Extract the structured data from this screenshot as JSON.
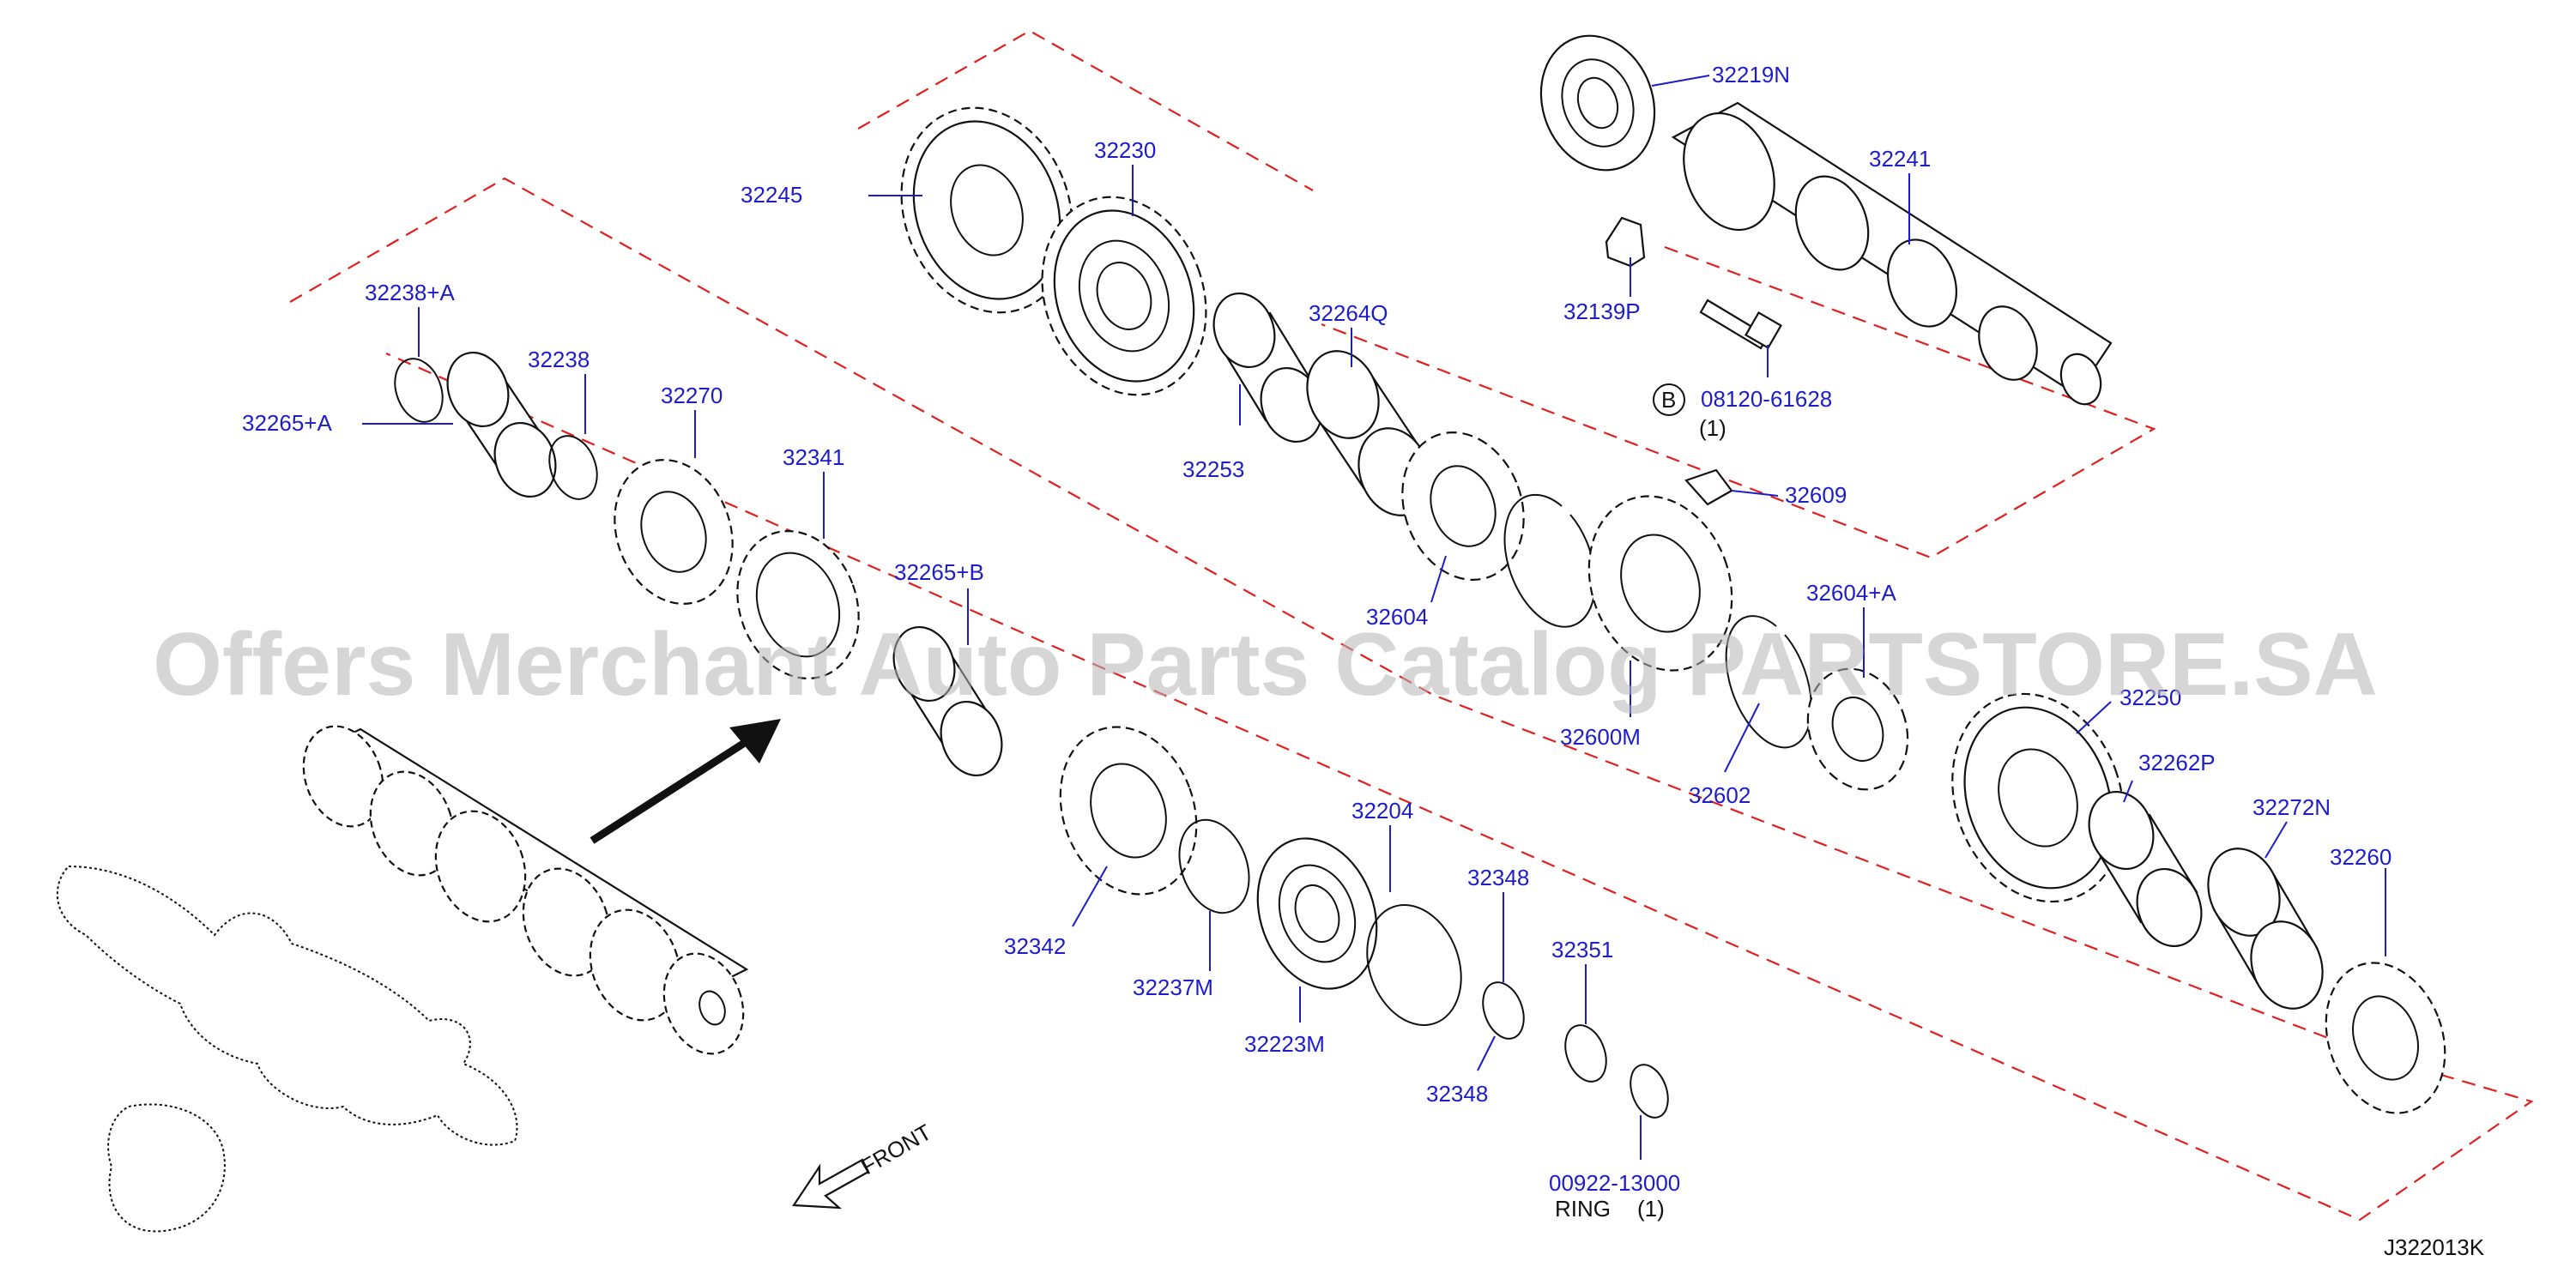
{
  "watermark": "Offers Merchant Auto Parts Catalog PARTSTORE.SA",
  "diagram_code": "J322013K",
  "front_label": "FRONT",
  "ring_note": {
    "name": "RING",
    "qty": "(1)"
  },
  "bolt_note": {
    "symbol": "B",
    "qty": "(1)"
  },
  "colors": {
    "part_number": "#1d1dc8",
    "group_outline": "#e02020",
    "linework": "#111111"
  },
  "parts": [
    {
      "id": "p32219N",
      "number": "32219N"
    },
    {
      "id": "p32245",
      "number": "32245"
    },
    {
      "id": "p32230",
      "number": "32230"
    },
    {
      "id": "p32241",
      "number": "32241"
    },
    {
      "id": "p32139P",
      "number": "32139P"
    },
    {
      "id": "p32264Q",
      "number": "32264Q"
    },
    {
      "id": "p08120",
      "number": "08120-61628"
    },
    {
      "id": "p32238A",
      "number": "32238+A"
    },
    {
      "id": "p32238",
      "number": "32238"
    },
    {
      "id": "p32270",
      "number": "32270"
    },
    {
      "id": "p32265A",
      "number": "32265+A"
    },
    {
      "id": "p32341",
      "number": "32341"
    },
    {
      "id": "p32253",
      "number": "32253"
    },
    {
      "id": "p32609",
      "number": "32609"
    },
    {
      "id": "p32265B",
      "number": "32265+B"
    },
    {
      "id": "p32604",
      "number": "32604"
    },
    {
      "id": "p32604A",
      "number": "32604+A"
    },
    {
      "id": "p32600M",
      "number": "32600M"
    },
    {
      "id": "p32250",
      "number": "32250"
    },
    {
      "id": "p32602",
      "number": "32602"
    },
    {
      "id": "p32262P",
      "number": "32262P"
    },
    {
      "id": "p32204",
      "number": "32204"
    },
    {
      "id": "p32272N",
      "number": "32272N"
    },
    {
      "id": "p32348a",
      "number": "32348"
    },
    {
      "id": "p32260",
      "number": "32260"
    },
    {
      "id": "p32342",
      "number": "32342"
    },
    {
      "id": "p32351",
      "number": "32351"
    },
    {
      "id": "p32237M",
      "number": "32237M"
    },
    {
      "id": "p32223M",
      "number": "32223M"
    },
    {
      "id": "p32348b",
      "number": "32348"
    },
    {
      "id": "p00922",
      "number": "00922-13000"
    }
  ]
}
